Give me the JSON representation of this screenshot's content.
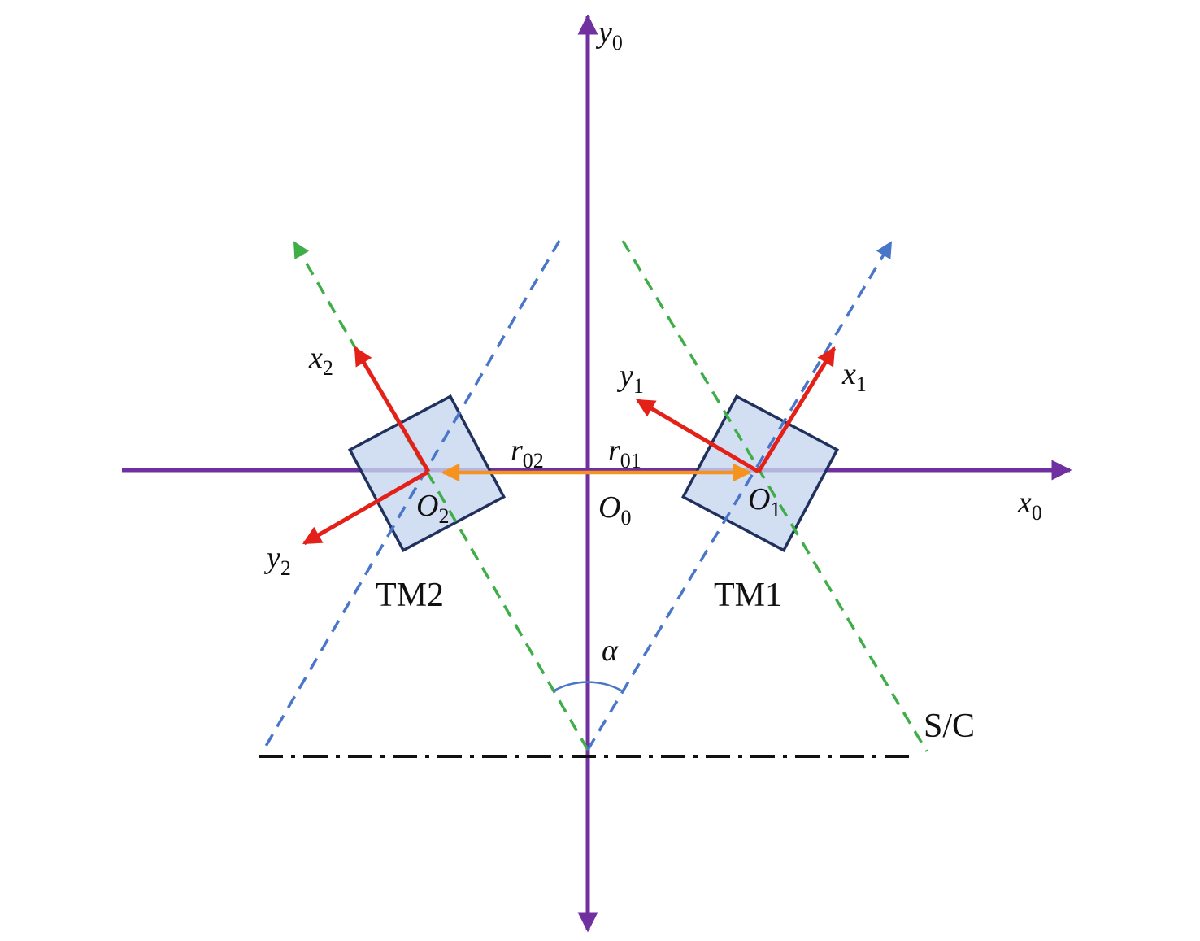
{
  "figure": {
    "type": "spacecraft-test-mass-coordinate-diagram"
  },
  "colors": {
    "axis": "#7030a0",
    "red": "#e32119",
    "orange": "#f6921e",
    "green": "#3fae49",
    "blue": "#4a76c9",
    "square_fill": "#c7d6ef",
    "square_stroke": "#21315e",
    "baseline_black": "#111111"
  },
  "labels": {
    "y0": {
      "base": "y",
      "sub": "0"
    },
    "x0": {
      "base": "x",
      "sub": "0"
    },
    "o0": {
      "base": "O",
      "sub": "0"
    },
    "o1": {
      "base": "O",
      "sub": "1"
    },
    "o2": {
      "base": "O",
      "sub": "2"
    },
    "x1": {
      "base": "x",
      "sub": "1"
    },
    "y1": {
      "base": "y",
      "sub": "1"
    },
    "x2": {
      "base": "x",
      "sub": "2"
    },
    "y2": {
      "base": "y",
      "sub": "2"
    },
    "r01": {
      "base": "r",
      "sub": "01"
    },
    "r02": {
      "base": "r",
      "sub": "02"
    },
    "tm1": "TM1",
    "tm2": "TM2",
    "alpha": "α",
    "sc": "S/C"
  }
}
